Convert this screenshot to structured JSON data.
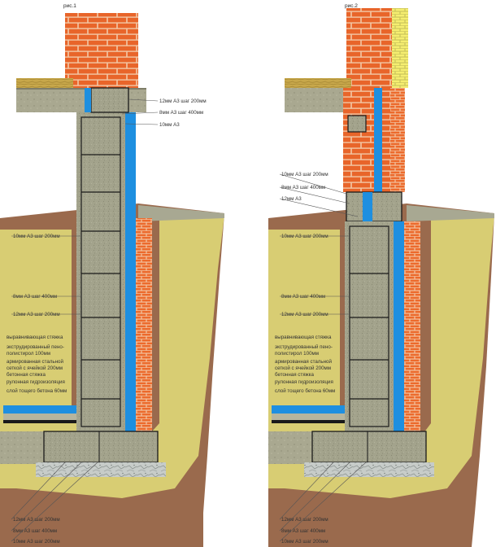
{
  "figure_1": {
    "caption": "рис.1",
    "rebar_top": [
      "12мм  А3 шаг 200мм",
      "8мм  А3 шаг 400мм",
      "10мм  А3"
    ],
    "rebar_wall": [
      "10мм  А3 шаг 200мм",
      "8мм  А3 шаг 400мм",
      "12мм  А3 шаг 200мм"
    ],
    "floor_layers": [
      "выравнивающая стяжка",
      "экструдированный пено-",
      "полистирол 100мм",
      "армированная стальной",
      "сеткой с ячейкой 200мм",
      "бетонная стяжка",
      "рулонная гидроизоляция",
      "слой тощего бетона 60мм"
    ],
    "rebar_footing": [
      "12мм  А3 шаг 200мм",
      "8мм  А3 шаг 400мм",
      "10мм  А3 шаг 200мм"
    ]
  },
  "figure_2": {
    "caption": "рис.2",
    "rebar_beam": [
      "10мм  А3 шаг 200мм",
      "8мм  А3 шаг 400мм",
      "12мм  А3"
    ],
    "rebar_wall": [
      "10мм  А3 шаг 200мм",
      "8мм  А3 шаг 400мм",
      "12мм  А3 шаг 200мм"
    ],
    "floor_layers": [
      "выравнивающая стяжка",
      "экструдированный пено-",
      "полистирол 100мм",
      "армированная стальной",
      "сеткой с ячейкой 200мм",
      "бетонная стяжка",
      "рулонная гидроизоляция",
      "слой тощего бетона 60мм"
    ],
    "rebar_footing": [
      "12мм  А3 шаг 200мм",
      "8мм  А3 шаг 400мм",
      "10мм  А3 шаг 200мм"
    ]
  },
  "colors": {
    "brick": "#e8652a",
    "mortar": "#f2c7a6",
    "concrete": "#a3a38c",
    "insulation": "#1e8fe0",
    "soil_fill": "#d8cd73",
    "soil_native": "#9a6a4d",
    "yellow_brick": "#f5ee70"
  }
}
